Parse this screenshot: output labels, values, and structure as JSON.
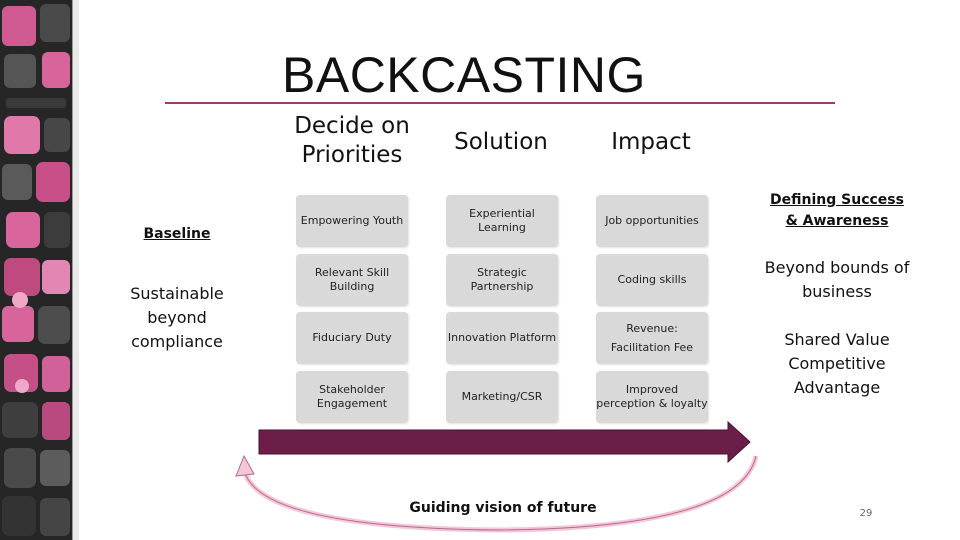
{
  "title": "BACKCASTING",
  "columns": {
    "priorities": "Decide on Priorities",
    "solution": "Solution",
    "impact": "Impact"
  },
  "left": {
    "baseline": "Baseline",
    "sustainable": "Sustainable beyond compliance"
  },
  "priorities": [
    "Empowering Youth",
    "Relevant Skill Building",
    "Fiduciary Duty",
    "Stakeholder Engagement"
  ],
  "solutions": [
    "Experiential Learning",
    "Strategic Partnership",
    "Innovation Platform",
    "Marketing/CSR"
  ],
  "impacts": [
    "Job opportunities",
    "Coding skills",
    "Revenue: Facilitation Fee",
    "Improved perception & loyalty"
  ],
  "right": {
    "defining": "Defining Success & Awareness",
    "beyond": "Beyond bounds of business",
    "shared": "Shared Value Competitive Advantage"
  },
  "guiding_vision": "Guiding vision of future",
  "page_number": "29",
  "colors": {
    "accent": "#9c3d6c",
    "arrow": "#6b1e47",
    "pink": "#e8508f",
    "box": "#d9d9d9"
  }
}
